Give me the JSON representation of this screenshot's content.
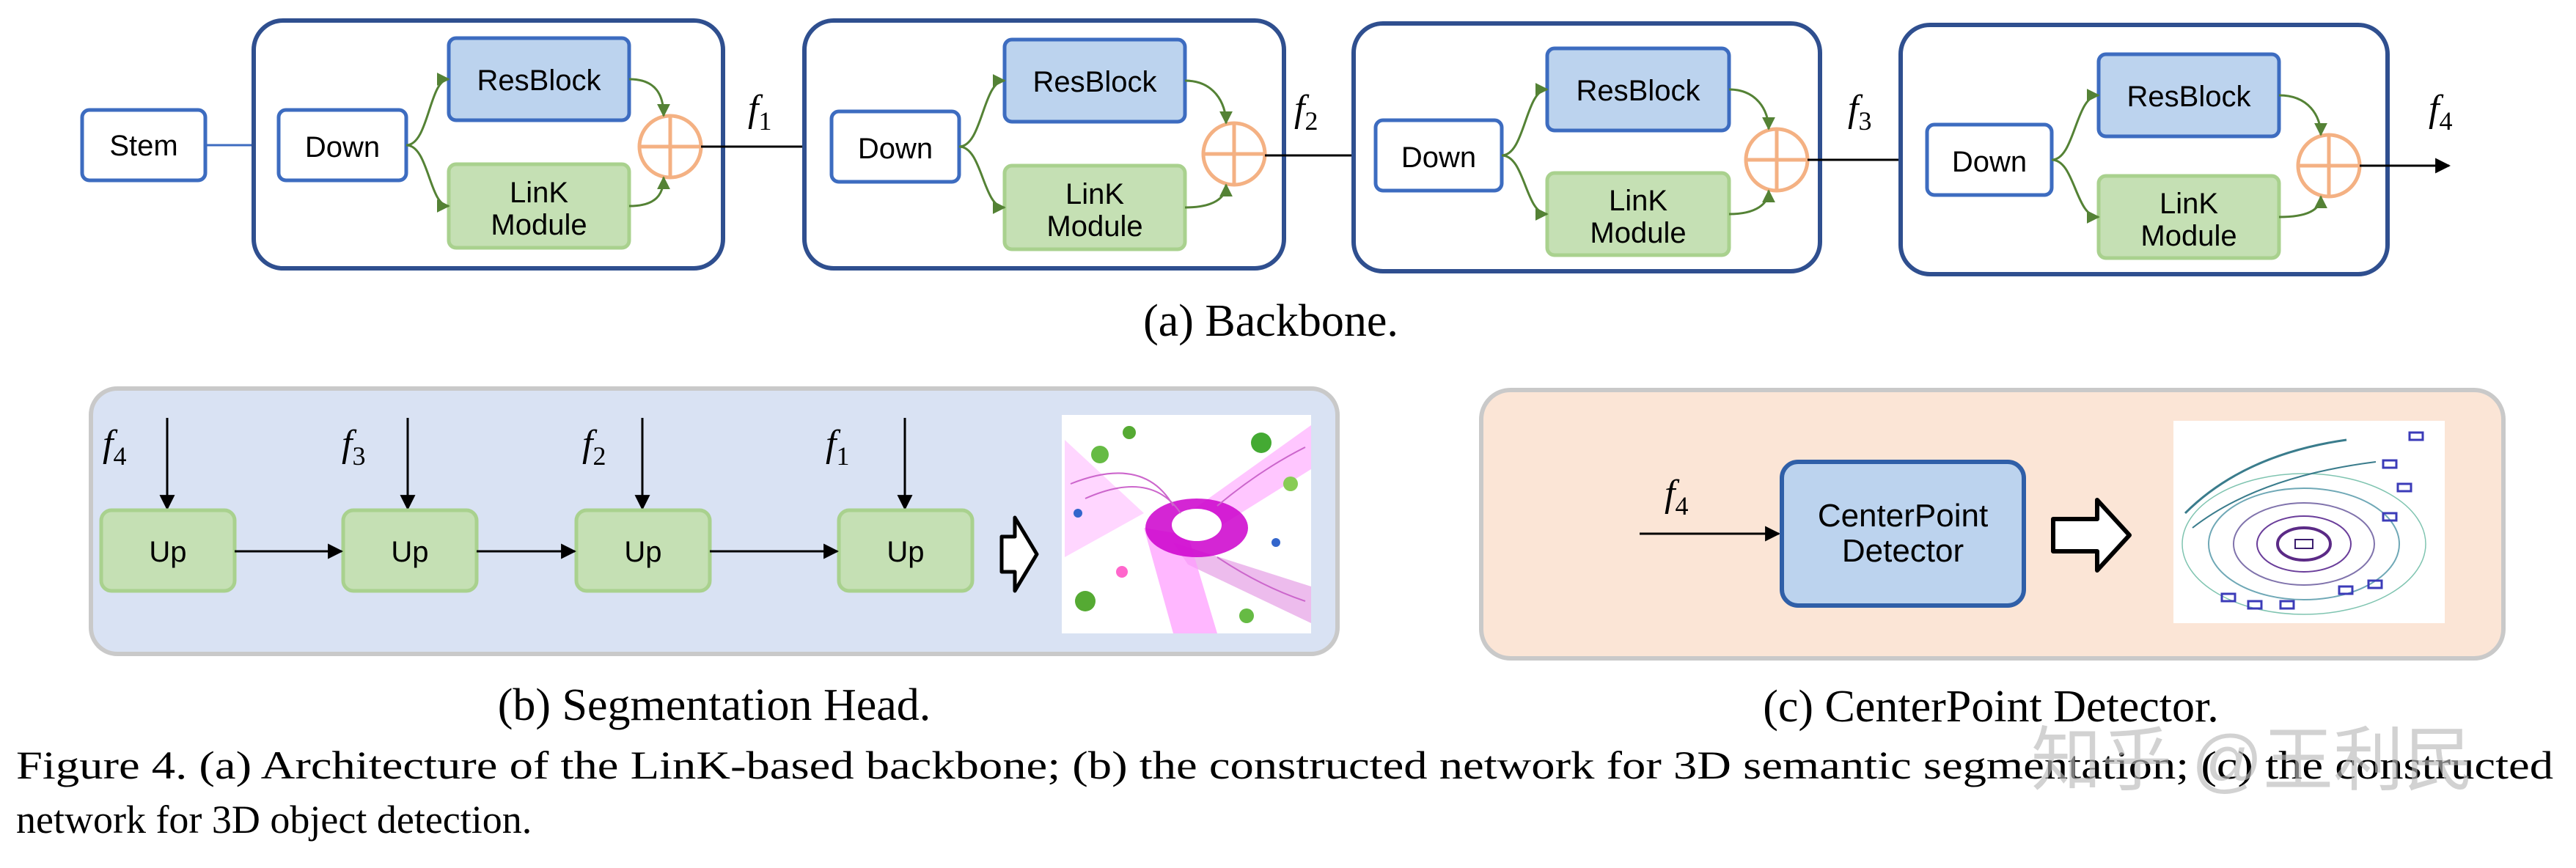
{
  "backbone": {
    "stem_label": "Stem",
    "down_label": "Down",
    "resblock_label": "ResBlock",
    "link_label_line1": "LinK",
    "link_label_line2": "Module",
    "features": [
      "1",
      "2",
      "3",
      "4"
    ],
    "feature_symbol": "f",
    "caption": "(a) Backbone."
  },
  "segmentation_head": {
    "inputs": [
      "4",
      "3",
      "2",
      "1"
    ],
    "up_label": "Up",
    "caption": "(b) Segmentation Head."
  },
  "detector": {
    "input": "4",
    "box_line1": "CenterPoint",
    "box_line2": "Detector",
    "caption": "(c) CenterPoint Detector."
  },
  "figure_caption": {
    "line1": "Figure 4.  (a) Architecture of the LinK-based backbone; (b) the constructed network for 3D semantic segmentation; (c) the constructed",
    "line2": "network for 3D object detection."
  },
  "watermark": "知乎 @王利民",
  "colors": {
    "box_border": "#3d6cc0",
    "resblock_fill": "#bcd3ee",
    "link_fill": "#c5e0b4",
    "link_border": "#a9d18e",
    "plus_color": "#f4b183",
    "green_arrow": "#548235",
    "seg_panel_fill": "#d9e2f3",
    "det_panel_fill": "#fbe5d6",
    "panel_border": "#c9c9c9"
  }
}
